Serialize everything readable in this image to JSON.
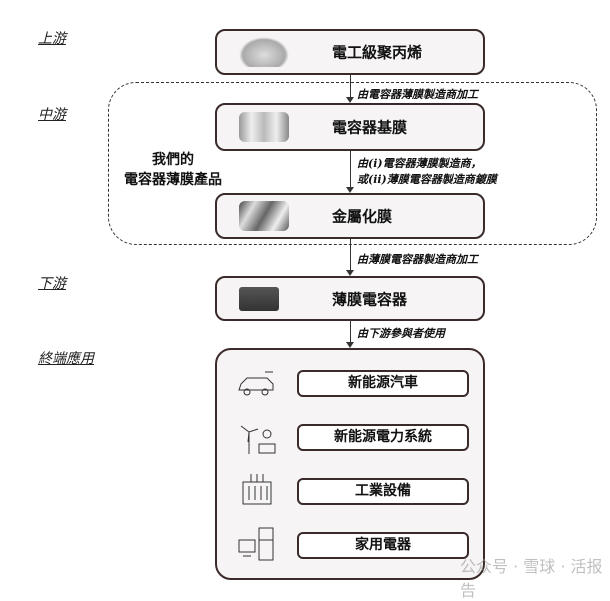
{
  "stages": {
    "upstream": "上游",
    "midstream": "中游",
    "downstream": "下游",
    "end_use": "終端應用"
  },
  "our_products": [
    "我們的",
    "電容器薄膜產品"
  ],
  "boxes": {
    "pp": "電工級聚丙烯",
    "base_film": "電容器基膜",
    "metallized": "金屬化膜",
    "capacitor": "薄膜電容器"
  },
  "notes": {
    "n1": "由電容器薄膜製造商加工",
    "n2a": "由(i)電容器薄膜製造商，",
    "n2b": "或(ii)薄膜電容器製造商鍍膜",
    "n3": "由薄膜電容器製造商加工",
    "n4": "由下游參與者使用"
  },
  "applications": [
    "新能源汽車",
    "新能源電力系統",
    "工業設備",
    "家用電器"
  ],
  "watermark": "公众号 · 雪球 · 活报告"
}
